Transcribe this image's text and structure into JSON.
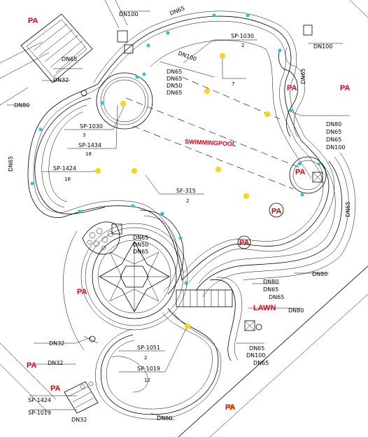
{
  "colors": {
    "area_label": "#e8000b",
    "nozzle_marker": "#16c9e6",
    "light_marker": "#ffd21a",
    "linework": "#000000"
  },
  "areas": {
    "pa_top_left": "PA",
    "pa_top_right_1": "PA",
    "pa_top_right_2": "PA",
    "pa_right_circle": "PA",
    "pa_center_circle": "PA",
    "pa_left_circle": "PA",
    "pa_mid_left": "PA",
    "pa_bottom_left_1": "PA",
    "pa_bottom_left_2": "PA",
    "pa_bottom_right": "PA",
    "pool_name": "SWIMMINGPOOL",
    "lawn_name": "LAWN"
  },
  "pipes": {
    "dn100_top": "DN100",
    "dn65_top": "DN65",
    "dn65_a": "DN65",
    "dn50": "DN50",
    "dn65_b": "DN65",
    "dn100_right": "DN100",
    "dn80_right_box": "DN80",
    "dn65_right_box": "DN65",
    "dn65_right_box_2": "DN65",
    "dn100_right_box": "DN100",
    "dn65_right_vertical": "DN65",
    "dn65_top_right_vertical": "DN65",
    "dn65_left_vertical": "DN65",
    "dn32_left": "DN32",
    "dn80_left": "DN80",
    "dn65_ring_1": "DN65",
    "dn50_ring": "DN50",
    "dn65_ring_2": "DN65",
    "dn80_r1": "DN80",
    "dn65_r1": "DN65",
    "dn65_r2": "DN65",
    "dn80_r2": "DN80",
    "dn65_r3": "DN65",
    "dn100_r3": "DN100",
    "dn65_r4": "DN65",
    "dn32_bl1": "DN32",
    "dn32_bl2": "DN32",
    "dn32_bottom": "DN32",
    "dn80_bottom": "DN80"
  },
  "fittings": {
    "sp1030_top": "SP-1030",
    "sp1030_top_qty": "2",
    "lamp_top_qty": "7",
    "sp1030_left": "SP-1030",
    "sp1030_left_qty": "3",
    "sp1434": "SP-1434",
    "sp1434_qty": "18",
    "sp1424_left": "SP-1424",
    "sp1424_left_qty": "18",
    "sf315": "SF-315",
    "sf315_qty": "2",
    "sp1051": "SP-1051",
    "sp1051_qty": "2",
    "sp1019": "SP-1019",
    "sp1019_qty": "12",
    "sp1424_bottom": "SP-1424",
    "sp1019_bottom": "SP-1019"
  }
}
